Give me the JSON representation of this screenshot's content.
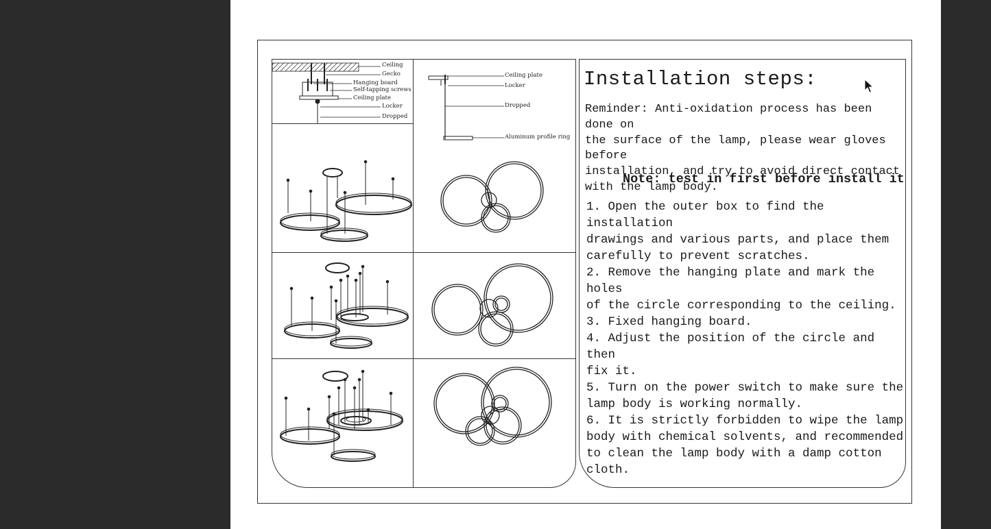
{
  "document": {
    "title": "Installation steps:",
    "reminder": "Reminder: Anti-oxidation process has been done on\nthe surface of the lamp, please wear gloves before\ninstallation, and try to avoid direct contact\nwith the lamp body.",
    "note": "Note: test in first before install it",
    "steps": [
      "1. Open the outer box to find the installation\ndrawings and various parts, and place them\ncarefully to prevent scratches.",
      "2. Remove the hanging plate and mark the holes\nof the circle corresponding to the ceiling.",
      "3. Fixed hanging board.",
      "4. Adjust the position of the circle and then\nfix it.",
      "5. Turn on the power switch to make sure the\nlamp body is working normally.",
      "6. It is strictly forbidden to wipe the lamp\nbody with chemical solvents, and recommended\nto clean the lamp body with a damp cotton cloth."
    ]
  },
  "diagram_labels": {
    "mount": [
      "Ceiling",
      "Gecko",
      "Hanging board",
      "Self-tapping screws",
      "Ceiling plate",
      "Locker",
      "Dropped"
    ],
    "profile": [
      "Ceiling plate",
      "Locker",
      "Dropped",
      "Aluminum profile ring"
    ]
  },
  "cursor": {
    "icon": "mouse-pointer-icon"
  }
}
